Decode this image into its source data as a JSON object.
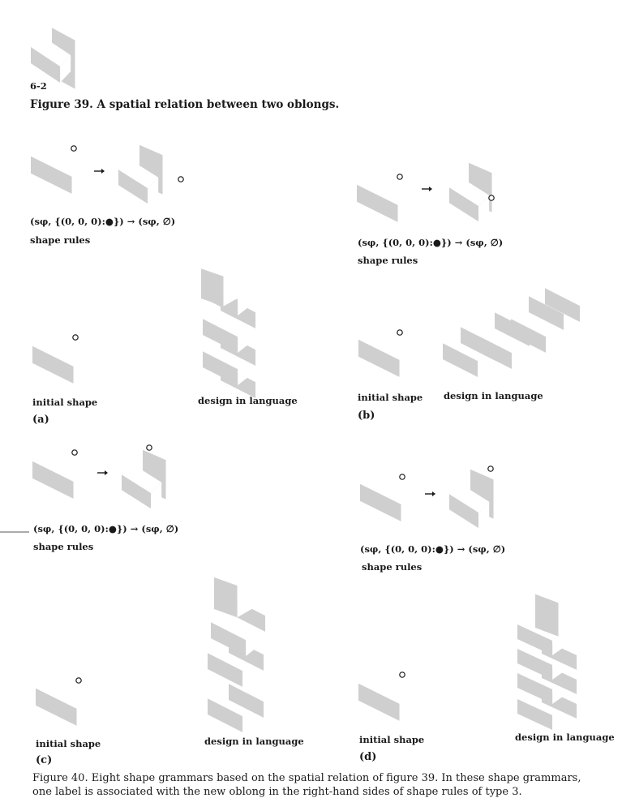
{
  "figure39": {
    "sublabel": "6-2",
    "caption": "Figure 39.  A spatial relation between two oblongs."
  },
  "panels": [
    {
      "id": "a",
      "rule": "(sφ, {(0, 0, 0):●}) → (sφ, ∅)",
      "rule_label": "shape rules",
      "initial_label": "initial shape",
      "design_label": "design in language",
      "panel_label": "(a)"
    },
    {
      "id": "b",
      "rule": "(sφ, {(0, 0, 0):●}) → (sφ, ∅)",
      "rule_label": "shape rules",
      "initial_label": "initial shape",
      "design_label": "design in language",
      "panel_label": "(b)"
    },
    {
      "id": "c",
      "rule": "(sφ, {(0, 0, 0):●}) → (sφ, ∅)",
      "rule_label": "shape rules",
      "initial_label": "initial shape",
      "design_label": "design in language",
      "panel_label": "(c)"
    },
    {
      "id": "d",
      "rule": "(sφ, {(0, 0, 0):●}) → (sφ, ∅)",
      "rule_label": "shape rules",
      "initial_label": "initial shape",
      "design_label": "design in language",
      "panel_label": "(d)"
    }
  ],
  "figure40": {
    "caption": "Figure 40.  Eight shape grammars based on the spatial relation of figure 39.  In these shape grammars, one label is associated with the new oblong in the right-hand sides of shape rules of type 3."
  },
  "icons": {
    "arrow": "right-arrow-icon",
    "oblong": "isometric-oblong-icon",
    "label_dot": "label-dot-icon"
  }
}
